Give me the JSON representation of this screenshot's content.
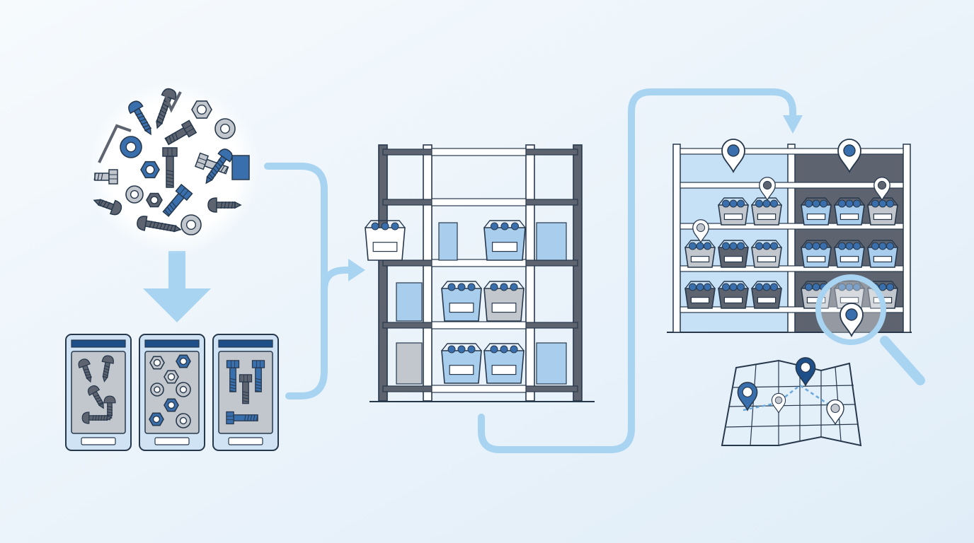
{
  "diagram": {
    "stages": [
      {
        "id": "mixed-hardware",
        "icon": "mixed-fasteners-pile-icon"
      },
      {
        "id": "sorted-trays",
        "icon": "sorted-trays-icon",
        "trays": [
          "screws",
          "nuts-washers",
          "bolts"
        ]
      },
      {
        "id": "shelving-bins",
        "icon": "shelving-unit-icon"
      },
      {
        "id": "located-inventory",
        "icon": "tagged-shelving-icon"
      },
      {
        "id": "location-map",
        "icon": "map-with-pins-icon"
      },
      {
        "id": "search",
        "icon": "magnifier-icon"
      }
    ],
    "colors": {
      "background_start": "#f5f9fd",
      "background_end": "#e2eef8",
      "flow_arrow": "#a8d4f2",
      "accent_blue": "#3a6fae",
      "dark_blue": "#1f4f89",
      "steel_gray": "#5d6470",
      "light_gray": "#c2c7cd",
      "bin_blue": "#a9cdec",
      "panel_blue": "#c6e0f5",
      "outline": "#27384c"
    }
  }
}
